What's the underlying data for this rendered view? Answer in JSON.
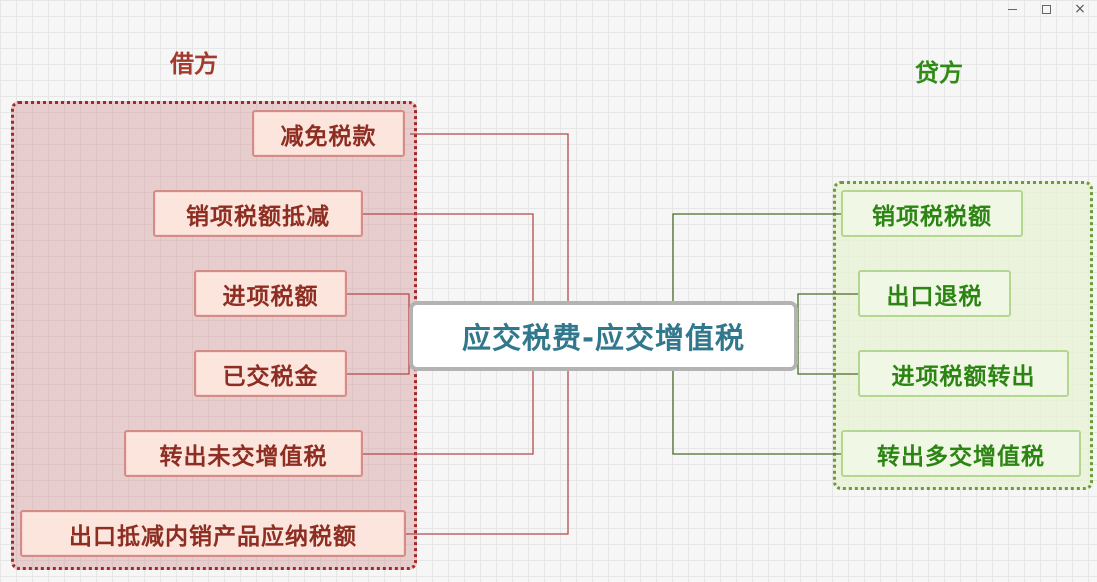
{
  "window_controls": {
    "minimize": "—",
    "maximize": "□",
    "close": "×"
  },
  "debit": {
    "title": "借方",
    "items": [
      "减免税款",
      "销项税额抵减",
      "进项税额",
      "已交税金",
      "转出未交增值税",
      "出口抵减内销产品应纳税额"
    ]
  },
  "credit": {
    "title": "贷方",
    "items": [
      "销项税税额",
      "出口退税",
      "进项税额转出",
      "转出多交增值税"
    ]
  },
  "center": {
    "label": "应交税费-应交增值税"
  },
  "colors": {
    "debit_text": "#8e2d22",
    "credit_text": "#2c8413",
    "center_text": "#31788d",
    "debit_line": "#b44a4a",
    "credit_line": "#4a6b2a"
  }
}
